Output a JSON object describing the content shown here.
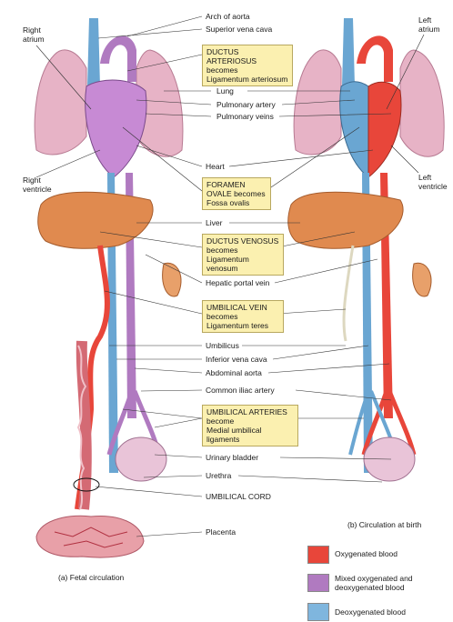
{
  "labels": {
    "arch_of_aorta": "Arch of aorta",
    "superior_vena_cava": "Superior vena cava",
    "lung": "Lung",
    "pulmonary_artery": "Pulmonary artery",
    "pulmonary_veins": "Pulmonary veins",
    "heart": "Heart",
    "liver": "Liver",
    "hepatic_portal_vein": "Hepatic portal vein",
    "umbilicus": "Umbilicus",
    "inferior_vena_cava": "Inferior vena cava",
    "abdominal_aorta": "Abdominal aorta",
    "common_iliac_artery": "Common iliac artery",
    "urinary_bladder": "Urinary bladder",
    "urethra": "Urethra",
    "umbilical_cord": "UMBILICAL CORD",
    "placenta": "Placenta",
    "right_atrium": "Right\natrium",
    "right_ventricle": "Right\nventricle",
    "left_atrium": "Left\natrium",
    "left_ventricle": "Left\nventricle"
  },
  "boxes": {
    "ductus_arteriosus": "DUCTUS ARTERIOSUS\nbecomes\nLigamentum arteriosum",
    "foramen_ovale": "FORAMEN\nOVALE becomes\nFossa ovalis",
    "ductus_venosus": "DUCTUS VENOSUS\nbecomes\nLigamentum venosum",
    "umbilical_vein": "UMBILICAL VEIN\nbecomes\nLigamentum teres",
    "umbilical_arteries": "UMBILICAL ARTERIES\nbecome\nMedial umbilical ligaments"
  },
  "captions": {
    "fetal": "(a) Fetal circulation",
    "birth": "(b) Circulation at birth"
  },
  "legend": [
    {
      "label": "Oxygenated blood",
      "color": "#e8463a"
    },
    {
      "label": "Mixed oxygenated and\ndeoxygenated blood",
      "color": "#b07ac0"
    },
    {
      "label": "Deoxygenated blood",
      "color": "#7fb6de"
    }
  ],
  "colors": {
    "oxygenated": "#e8463a",
    "mixed": "#b07ac0",
    "deoxygenated": "#5b9cc8",
    "lung": "#e9b7c8",
    "liver": "#e0894f",
    "box_fill": "#fbf0b0"
  }
}
